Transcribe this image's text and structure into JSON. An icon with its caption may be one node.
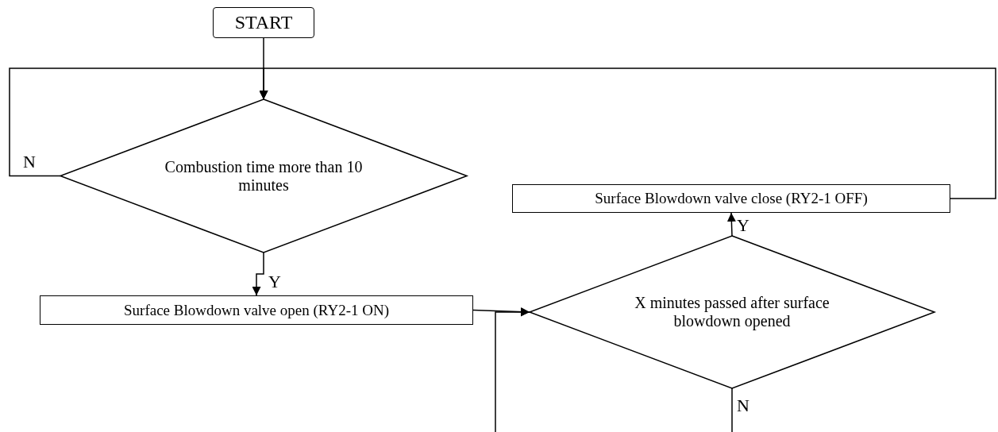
{
  "diagram": {
    "nodes": [
      {
        "text": [
          "START"
        ]
      },
      {
        "text": [
          "Combustion time more than 10 minutes"
        ]
      },
      {
        "text": [
          "Surface Blowdown valve open (RY2-1 ON)"
        ]
      },
      {
        "text": [
          "X minutes passed after surface blowdown opened"
        ]
      },
      {
        "text": [
          "Surface Blowdown valve close (RY2-1 OFF)"
        ]
      }
    ],
    "edges": [
      {
        "from": 0,
        "to": 1,
        "arrow": "to"
      },
      {
        "from": 1,
        "to": 1,
        "arrow": "to",
        "label": "N"
      },
      {
        "from": 1,
        "to": 2,
        "arrow": "to",
        "label": "Y"
      },
      {
        "from": 2,
        "to": 3,
        "arrow": "to"
      },
      {
        "from": 3,
        "to": 4,
        "arrow": "to",
        "label": "Y"
      },
      {
        "from": 4,
        "to": 1,
        "arrow": "to"
      },
      {
        "from": null,
        "to": 3,
        "arrow": "to"
      },
      {
        "from": 3,
        "to": null,
        "arrow": "none",
        "label": "N"
      }
    ]
  }
}
